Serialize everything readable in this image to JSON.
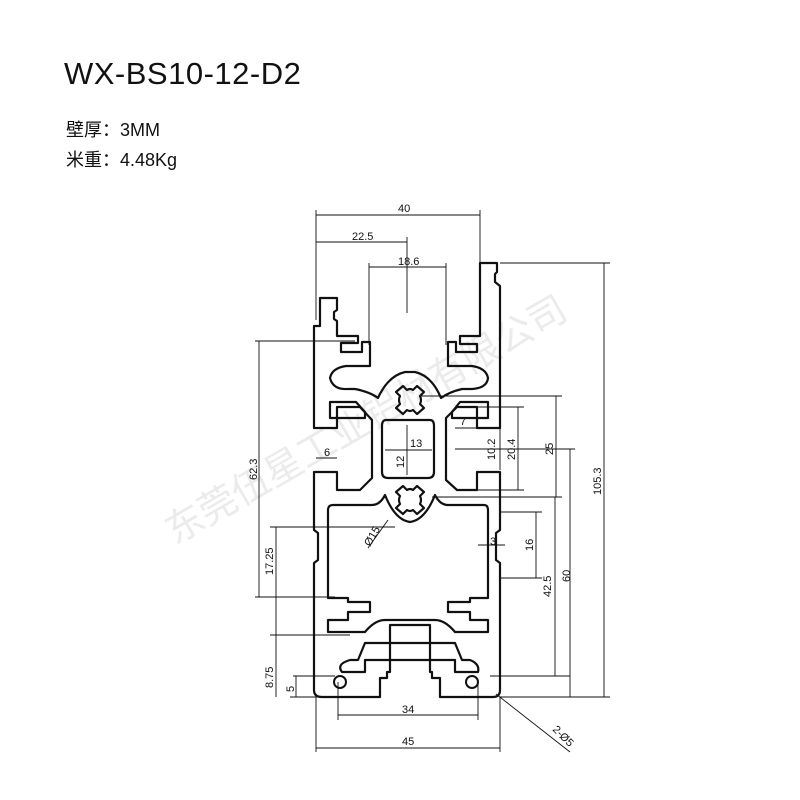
{
  "header": {
    "model": "WX-BS10-12-D2",
    "wall_thickness": "壁厚：3MM",
    "weight_per_meter": "米重：4.48Kg"
  },
  "watermark": "东莞伍星工业铝材有限公司",
  "dimensions": {
    "width_top": "40",
    "offset_22_5": "22.5",
    "slot_18_6": "18.6",
    "lip_7": "7",
    "cavity_13": "13",
    "cavity_12": "12",
    "slot_10_2": "10.2",
    "slot_20_4": "20.4",
    "center_25": "25",
    "total_height": "105.3",
    "height_62_3": "62.3",
    "lip_6": "6",
    "bore": "Ø15",
    "wall_3": "3",
    "groove_16": "16",
    "height_42_5": "42.5",
    "height_60": "60",
    "height_17_25": "17.25",
    "height_8_75": "8.75",
    "height_5": "5",
    "hole_span_34": "34",
    "width_bottom": "45",
    "holes": "2-Ø5"
  }
}
